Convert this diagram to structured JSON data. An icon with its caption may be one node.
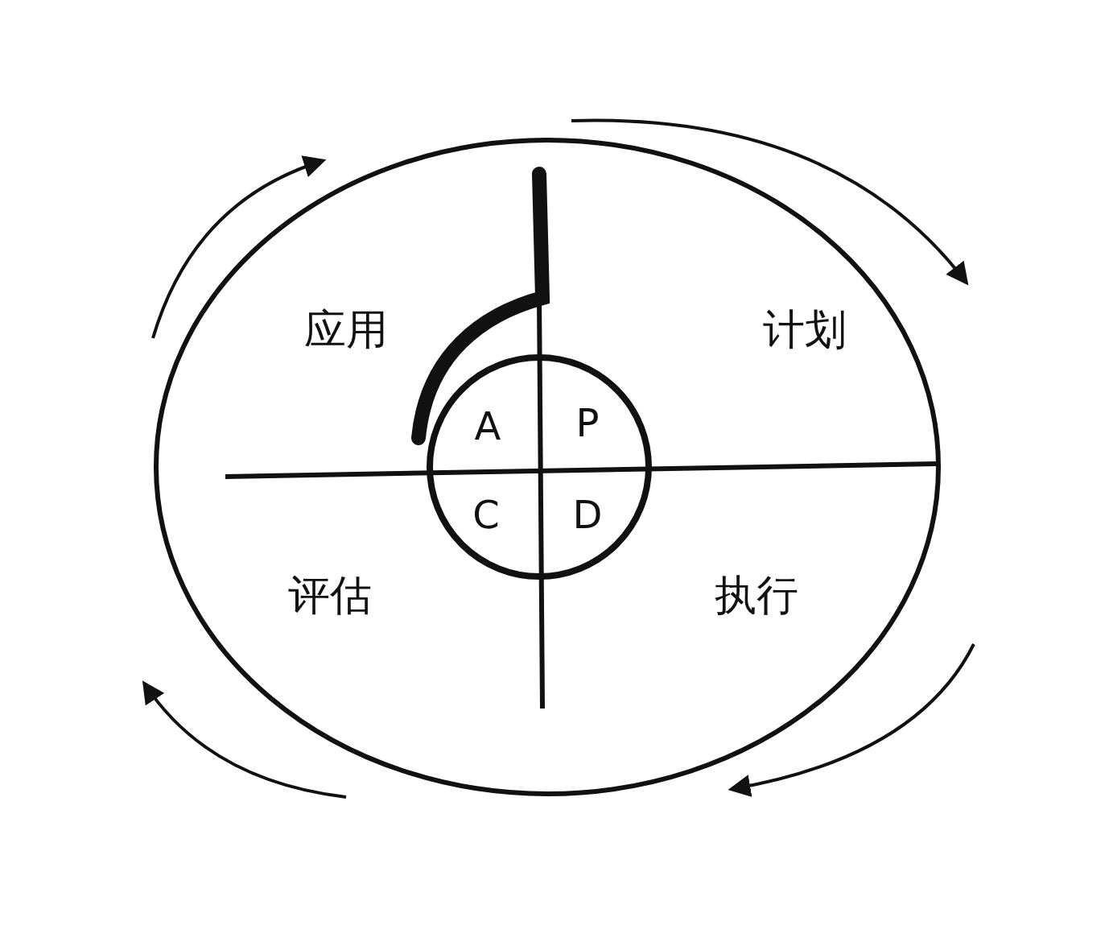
{
  "diagram": {
    "nodes": [
      {
        "text": [
          "应用",
          "计划",
          "评估",
          "执行"
        ]
      },
      {
        "text": [
          "A",
          "P",
          "C",
          "D"
        ],
        "in": 0
      }
    ]
  }
}
